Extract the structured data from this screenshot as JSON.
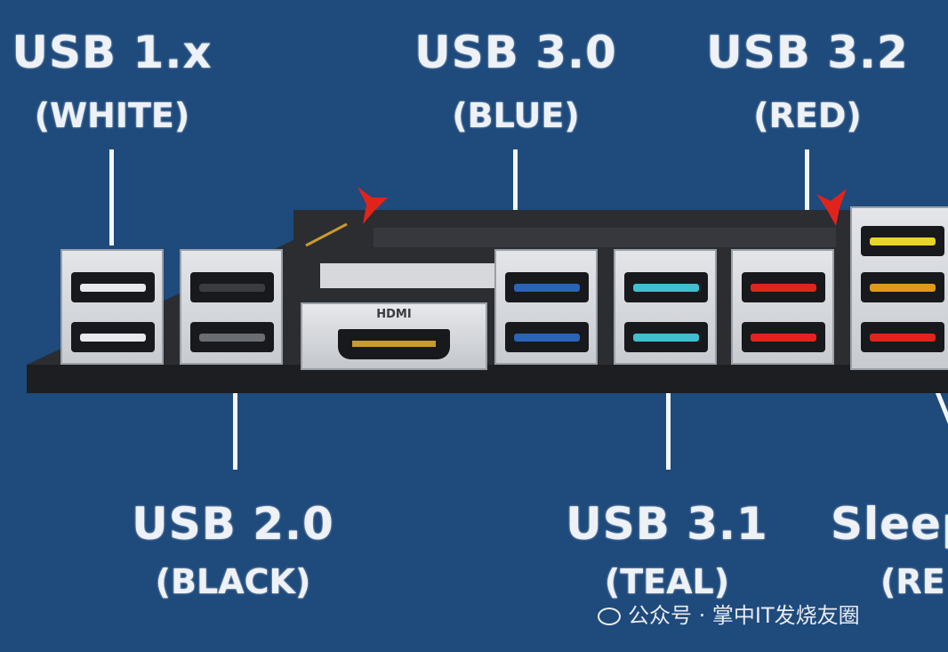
{
  "labels": {
    "usb1": {
      "name": "USB 1.x",
      "color": "(WHITE)"
    },
    "usb30": {
      "name": "USB 3.0",
      "color": "(BLUE)"
    },
    "usb32": {
      "name": "USB 3.2",
      "color": "(RED)"
    },
    "usb20": {
      "name": "USB 2.0",
      "color": "(BLACK)"
    },
    "usb31": {
      "name": "USB 3.1",
      "color": "(TEAL)"
    },
    "sleep": {
      "name": "Sleep",
      "color": "(RE"
    }
  },
  "hdmi_label": "HDMI",
  "watermark": "公众号 · 掌中IT发烧友圈",
  "port_colors": {
    "white": "#e8e9ec",
    "black": "#3a3c40",
    "blue": "#2a64b8",
    "teal": "#3fbfcf",
    "red": "#e0241c",
    "yellow": "#e8d52a",
    "orange": "#e09a1a"
  }
}
